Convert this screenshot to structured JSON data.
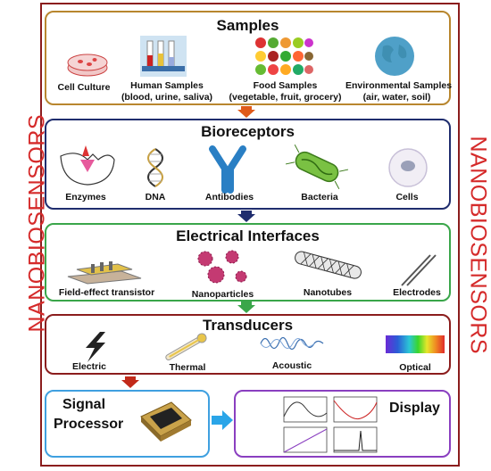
{
  "side_label": "NANOBIOSENSORS",
  "samples": {
    "title": "Samples",
    "items": [
      {
        "label": "Cell Culture",
        "sub": ""
      },
      {
        "label": "Human Samples",
        "sub": "(blood, urine, saliva)"
      },
      {
        "label": "Food Samples",
        "sub": "(vegetable, fruit, grocery)"
      },
      {
        "label": "Environmental Samples",
        "sub": "(air, water, soil)"
      }
    ]
  },
  "bioreceptors": {
    "title": "Bioreceptors",
    "items": [
      "Enzymes",
      "DNA",
      "Antibodies",
      "Bacteria",
      "Cells"
    ]
  },
  "interfaces": {
    "title": "Electrical Interfaces",
    "items": [
      "Field-effect transistor",
      "Nanoparticles",
      "Nanotubes",
      "Electrodes"
    ]
  },
  "transducers": {
    "title": "Transducers",
    "items": [
      "Electric",
      "Thermal",
      "Acoustic",
      "Optical"
    ]
  },
  "signal": {
    "line1": "Signal",
    "line2": "Processor"
  },
  "display": {
    "title": "Display"
  },
  "colors": {
    "frame": "#8b1d1d",
    "side_text": "#d52a2a",
    "samples_border": "#b8862e",
    "bioreceptors_border": "#1f2d6e",
    "interfaces_border": "#3aa64a",
    "transducers_border": "#8b1d1d",
    "signal_border": "#3fa0e0",
    "display_border": "#8a3fc0"
  }
}
